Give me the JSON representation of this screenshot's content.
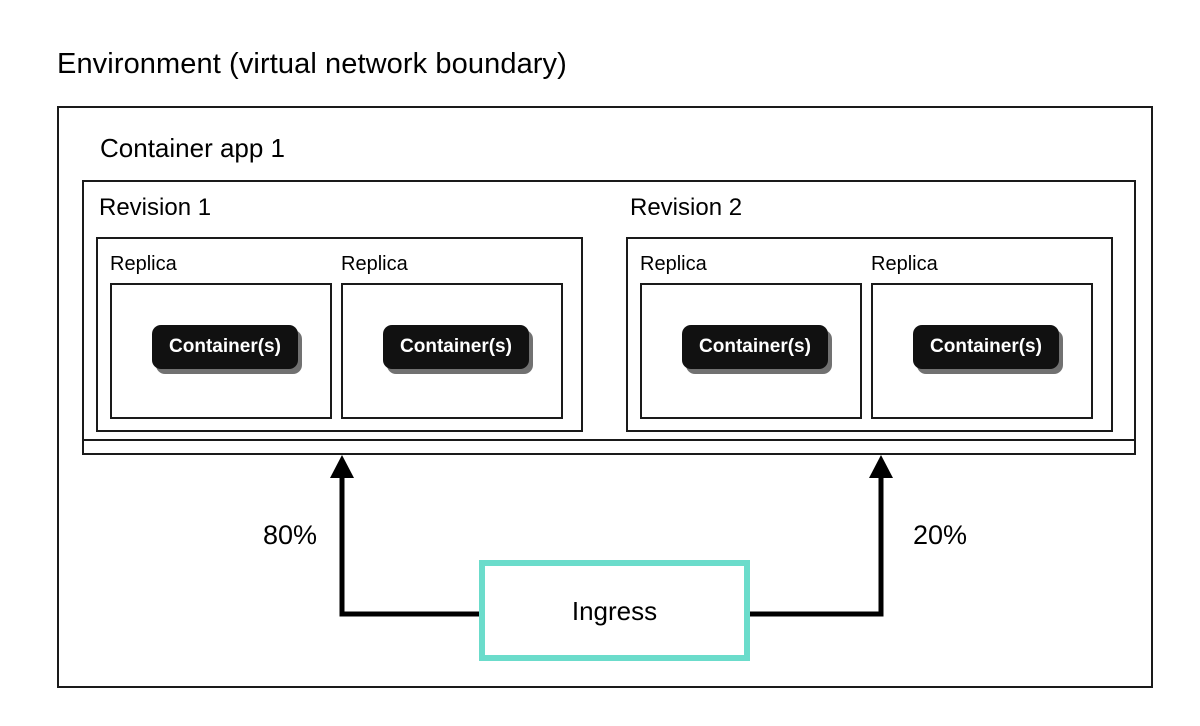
{
  "diagram": {
    "title": "Environment (virtual network boundary)",
    "environment_label": "Environment (virtual network boundary)",
    "container_app": {
      "label": "Container app 1",
      "revisions": [
        {
          "label": "Revision 1",
          "traffic_weight": "80%",
          "replicas": [
            {
              "label": "Replica",
              "container_label": "Container(s)"
            },
            {
              "label": "Replica",
              "container_label": "Container(s)"
            }
          ]
        },
        {
          "label": "Revision 2",
          "traffic_weight": "20%",
          "replicas": [
            {
              "label": "Replica",
              "container_label": "Container(s)"
            },
            {
              "label": "Replica",
              "container_label": "Container(s)"
            }
          ]
        }
      ]
    },
    "ingress": {
      "label": "Ingress",
      "border_color": "#6BDCCB"
    },
    "traffic_split": {
      "left_percent": "80%",
      "right_percent": "20%"
    },
    "colors": {
      "background": "#ffffff",
      "stroke": "#1a1a1a",
      "container_fill": "#111111",
      "container_text": "#ffffff",
      "container_shadow": "#696969",
      "ingress_accent": "#6BDCCB",
      "text": "#000000"
    }
  }
}
